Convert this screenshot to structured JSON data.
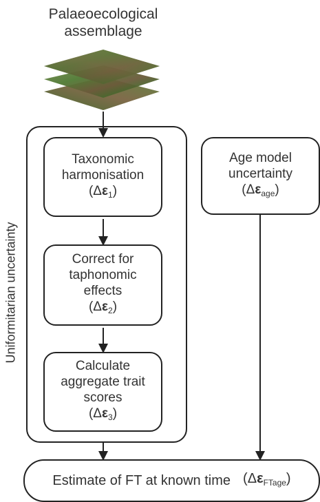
{
  "header": {
    "title_line1": "Palaeoecological",
    "title_line2": "assemblage"
  },
  "group": {
    "label": "Uniformitarian  uncertainty"
  },
  "boxes": {
    "taxonomic": {
      "line1": "Taxonomic",
      "line2": "harmonisation",
      "delta": "Δ",
      "epsilon": "ε",
      "sub": "1"
    },
    "taphonomic": {
      "line1": "Correct for",
      "line2": "taphonomic",
      "line3": "effects",
      "delta": "Δ",
      "epsilon": "ε",
      "sub": "2"
    },
    "aggregate": {
      "line1": "Calculate",
      "line2": "aggregate trait",
      "line3": "scores",
      "delta": "Δ",
      "epsilon": "ε",
      "sub": "3"
    },
    "age_model": {
      "line1": "Age model",
      "line2": "uncertainty",
      "delta": "Δ",
      "epsilon": "ε",
      "sub": "age"
    },
    "estimate": {
      "text": "Estimate of FT at known time",
      "delta": "Δ",
      "epsilon": "ε",
      "sub": "FTage"
    }
  }
}
